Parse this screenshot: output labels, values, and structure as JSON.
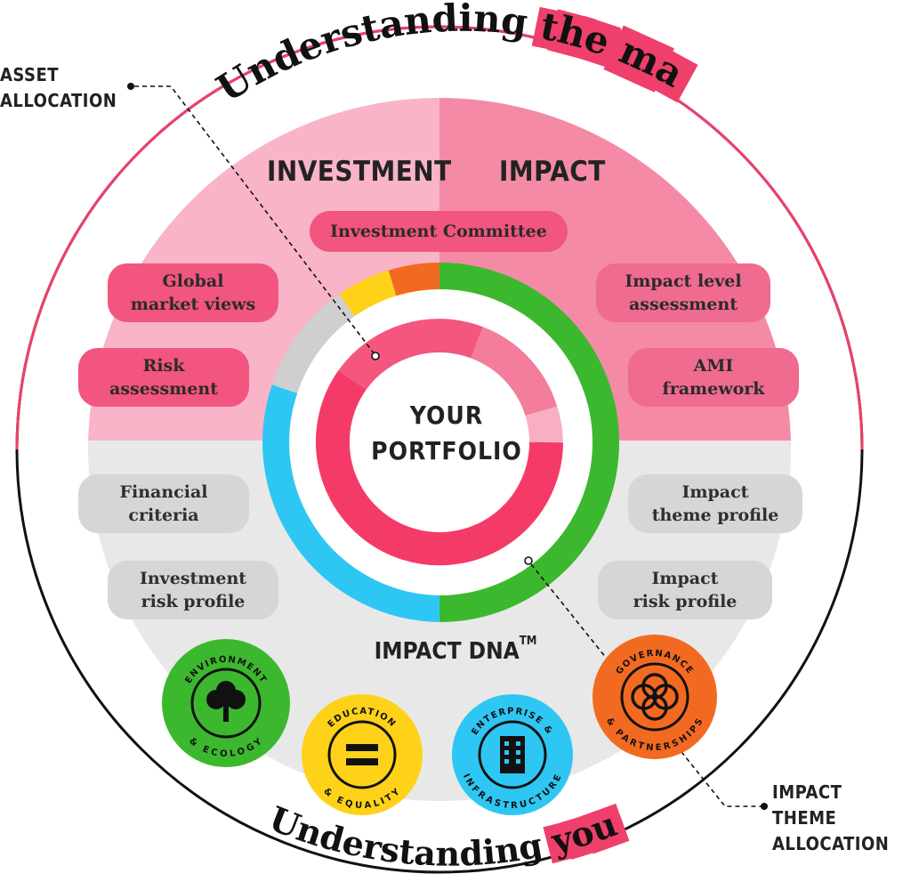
{
  "title_top": {
    "part1": "Understanding",
    "part2": "the market"
  },
  "title_bottom": {
    "part1": "Understanding",
    "part2": "you"
  },
  "callouts": {
    "asset_allocation": "ASSET\nALLOCATION",
    "impact_theme_allocation": "IMPACT THEME\nALLOCATION"
  },
  "sections": {
    "investment": "INVESTMENT",
    "impact": "IMPACT"
  },
  "pills": {
    "investment_committee": "Investment Committee",
    "global_market_views": "Global\nmarket views",
    "risk_assessment": "Risk\nassessment",
    "impact_level_assessment": "Impact level\nassessment",
    "ami_framework": "AMI\nframework",
    "financial_criteria": "Financial\ncriteria",
    "investment_risk_profile": "Investment\nrisk profile",
    "impact_theme_profile": "Impact\ntheme profile",
    "impact_risk_profile": "Impact\nrisk profile"
  },
  "center": "YOUR\nPORTFOLIO",
  "impact_dna": {
    "label": "IMPACT DNA",
    "mark": "TM"
  },
  "badges": [
    {
      "top": "ENVIRONMENT",
      "bottom": "& ECOLOGY",
      "color": "#3cb82e",
      "icon": "tree-icon"
    },
    {
      "top": "EDUCATION",
      "bottom": "& EQUALITY",
      "color": "#ffd21a",
      "icon": "equals-icon"
    },
    {
      "top": "ENTERPRISE &",
      "bottom": "INFRASTRUCTURE",
      "color": "#2ec7f3",
      "icon": "building-icon"
    },
    {
      "top": "GOVERNANCE",
      "bottom": "& PARTNERSHIPS",
      "color": "#f26a21",
      "icon": "interlocked-rings-icon"
    }
  ],
  "colors": {
    "investment_bg": "#f9b4c8",
    "impact_bg": "#f48aa6",
    "bottom_bg": "#e8e8e8",
    "accent_red": "#ef3f6b",
    "green": "#3cb82e",
    "blue": "#2ec7f3",
    "grey": "#cfcfcf",
    "yellow": "#ffd21a",
    "orange": "#f26a21",
    "inner_red": "#f43b68",
    "inner_pink": "#f47d9c",
    "inner_light": "#f8aec3"
  }
}
